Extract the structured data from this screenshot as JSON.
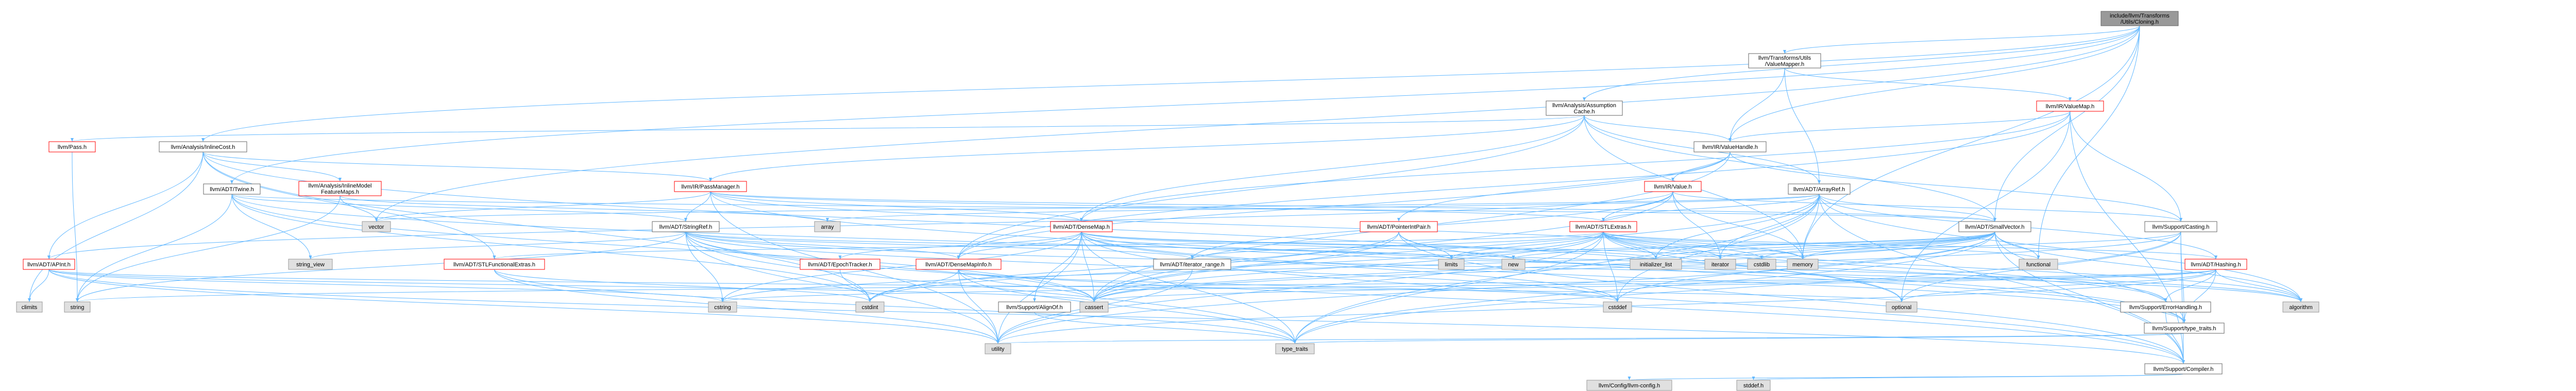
{
  "colors": {
    "edge": "#63b8ff",
    "node_fill": "#ffffff",
    "node_stroke": "#666666",
    "root_fill": "#999999",
    "ext_fill": "#e0e0e0",
    "ext_stroke": "#999999",
    "linked_text": "#000000",
    "broken_stroke": "#ff0000"
  },
  "nodes": [
    {
      "id": "root",
      "kind": "root",
      "lines": [
        "include/llvm/Transforms",
        "/Utils/Cloning.h"
      ]
    },
    {
      "id": "transVM",
      "kind": "normal",
      "lines": [
        "llvm/Transforms/Utils",
        "/ValueMapper.h"
      ]
    },
    {
      "id": "assumpCache",
      "kind": "normal",
      "lines": [
        "llvm/Analysis/Assumption",
        "Cache.h"
      ]
    },
    {
      "id": "irValueMap",
      "kind": "partial",
      "lines": [
        "llvm/IR/ValueMap.h"
      ]
    },
    {
      "id": "pass",
      "kind": "partial",
      "lines": [
        "llvm/Pass.h"
      ]
    },
    {
      "id": "inlineCost",
      "kind": "normal",
      "lines": [
        "llvm/Analysis/InlineCost.h"
      ]
    },
    {
      "id": "valueHandle",
      "kind": "normal",
      "lines": [
        "llvm/IR/ValueHandle.h"
      ]
    },
    {
      "id": "twine",
      "kind": "normal",
      "lines": [
        "llvm/ADT/Twine.h"
      ]
    },
    {
      "id": "inlineModel",
      "kind": "partial",
      "lines": [
        "llvm/Analysis/InlineModel",
        "FeatureMaps.h"
      ]
    },
    {
      "id": "passManager",
      "kind": "partial",
      "lines": [
        "llvm/IR/PassManager.h"
      ]
    },
    {
      "id": "irValue",
      "kind": "partial",
      "lines": [
        "llvm/IR/Value.h"
      ]
    },
    {
      "id": "arrayRef",
      "kind": "normal",
      "lines": [
        "llvm/ADT/ArrayRef.h"
      ]
    },
    {
      "id": "apint",
      "kind": "partial",
      "lines": [
        "llvm/ADT/APInt.h"
      ]
    },
    {
      "id": "stringRef",
      "kind": "normal",
      "lines": [
        "llvm/ADT/StringRef.h"
      ]
    },
    {
      "id": "denseMap",
      "kind": "partial",
      "lines": [
        "llvm/ADT/DenseMap.h"
      ]
    },
    {
      "id": "ptrIntPair",
      "kind": "partial",
      "lines": [
        "llvm/ADT/PointerIntPair.h"
      ]
    },
    {
      "id": "stlExtras",
      "kind": "partial",
      "lines": [
        "llvm/ADT/STLExtras.h"
      ]
    },
    {
      "id": "smallVector",
      "kind": "normal",
      "lines": [
        "llvm/ADT/SmallVector.h"
      ]
    },
    {
      "id": "casting",
      "kind": "normal",
      "lines": [
        "llvm/Support/Casting.h"
      ]
    },
    {
      "id": "stlFunc",
      "kind": "partial",
      "lines": [
        "llvm/ADT/STLFunctionalExtras.h"
      ]
    },
    {
      "id": "epochTracker",
      "kind": "partial",
      "lines": [
        "llvm/ADT/EpochTracker.h"
      ]
    },
    {
      "id": "denseMapInfo",
      "kind": "partial",
      "lines": [
        "llvm/ADT/DenseMapInfo.h"
      ]
    },
    {
      "id": "iterRange",
      "kind": "normal",
      "lines": [
        "llvm/ADT/iterator_range.h"
      ]
    },
    {
      "id": "hashing",
      "kind": "partial",
      "lines": [
        "llvm/ADT/Hashing.h"
      ]
    },
    {
      "id": "alignOf",
      "kind": "normal",
      "lines": [
        "llvm/Support/AlignOf.h"
      ]
    },
    {
      "id": "errHandling",
      "kind": "normal",
      "lines": [
        "llvm/Support/ErrorHandling.h"
      ]
    },
    {
      "id": "typeTraits",
      "kind": "normal",
      "lines": [
        "llvm/Support/type_traits.h"
      ]
    },
    {
      "id": "compiler",
      "kind": "normal",
      "lines": [
        "llvm/Support/Compiler.h"
      ]
    },
    {
      "id": "llvmConfig",
      "kind": "ext",
      "lines": [
        "llvm/Config/llvm-config.h"
      ]
    },
    {
      "id": "stddef",
      "kind": "ext",
      "lines": [
        "stddef.h"
      ]
    },
    {
      "id": "vector",
      "kind": "ext",
      "lines": [
        "vector"
      ]
    },
    {
      "id": "array",
      "kind": "ext",
      "lines": [
        "array"
      ]
    },
    {
      "id": "stringView",
      "kind": "ext",
      "lines": [
        "string_view"
      ]
    },
    {
      "id": "climits",
      "kind": "ext",
      "lines": [
        "climits"
      ]
    },
    {
      "id": "string",
      "kind": "ext",
      "lines": [
        "string"
      ]
    },
    {
      "id": "cstring",
      "kind": "ext",
      "lines": [
        "cstring"
      ]
    },
    {
      "id": "cstdint",
      "kind": "ext",
      "lines": [
        "cstdint"
      ]
    },
    {
      "id": "cassert",
      "kind": "ext",
      "lines": [
        "cassert"
      ]
    },
    {
      "id": "utility",
      "kind": "ext",
      "lines": [
        "utility"
      ]
    },
    {
      "id": "typeTraitsStd",
      "kind": "ext",
      "lines": [
        "type_traits"
      ]
    },
    {
      "id": "limits",
      "kind": "ext",
      "lines": [
        "limits"
      ]
    },
    {
      "id": "new",
      "kind": "ext",
      "lines": [
        "new"
      ]
    },
    {
      "id": "initList",
      "kind": "ext",
      "lines": [
        "initializer_list"
      ]
    },
    {
      "id": "iterator",
      "kind": "ext",
      "lines": [
        "iterator"
      ]
    },
    {
      "id": "cstdlib",
      "kind": "ext",
      "lines": [
        "cstdlib"
      ]
    },
    {
      "id": "memory",
      "kind": "ext",
      "lines": [
        "memory"
      ]
    },
    {
      "id": "functional",
      "kind": "ext",
      "lines": [
        "functional"
      ]
    },
    {
      "id": "cstddef",
      "kind": "ext",
      "lines": [
        "cstddef"
      ]
    },
    {
      "id": "optional",
      "kind": "ext",
      "lines": [
        "optional"
      ]
    },
    {
      "id": "algorithm",
      "kind": "ext",
      "lines": [
        "algorithm"
      ]
    }
  ],
  "edges": [
    [
      "root",
      "transVM"
    ],
    [
      "root",
      "assumpCache"
    ],
    [
      "root",
      "inlineCost"
    ],
    [
      "root",
      "valueHandle"
    ],
    [
      "root",
      "twine"
    ],
    [
      "root",
      "smallVector"
    ],
    [
      "root",
      "vector"
    ],
    [
      "root",
      "memory"
    ],
    [
      "root",
      "functional"
    ],
    [
      "transVM",
      "irValueMap"
    ],
    [
      "transVM",
      "arrayRef"
    ],
    [
      "transVM",
      "valueHandle"
    ],
    [
      "assumpCache",
      "arrayRef"
    ],
    [
      "assumpCache",
      "denseMap"
    ],
    [
      "assumpCache",
      "denseMapInfo"
    ],
    [
      "assumpCache",
      "smallVector"
    ],
    [
      "assumpCache",
      "passManager"
    ],
    [
      "assumpCache",
      "valueHandle"
    ],
    [
      "assumpCache",
      "pass"
    ],
    [
      "assumpCache",
      "memory"
    ],
    [
      "irValueMap",
      "denseMap"
    ],
    [
      "irValueMap",
      "denseMapInfo"
    ],
    [
      "irValueMap",
      "valueHandle"
    ],
    [
      "irValueMap",
      "casting"
    ],
    [
      "irValueMap",
      "compiler"
    ],
    [
      "irValueMap",
      "optional"
    ],
    [
      "irValueMap",
      "type_traits_dummy"
    ],
    [
      "pass",
      "string"
    ],
    [
      "inlineCost",
      "apint"
    ],
    [
      "inlineCost",
      "stlFunc"
    ],
    [
      "inlineCost",
      "inlineModel"
    ],
    [
      "inlineCost",
      "passManager"
    ],
    [
      "inlineCost",
      "climits"
    ],
    [
      "inlineCost",
      "optional"
    ],
    [
      "inlineCost",
      "cstdint"
    ],
    [
      "valueHandle",
      "denseMapInfo"
    ],
    [
      "valueHandle",
      "ptrIntPair"
    ],
    [
      "valueHandle",
      "irValue"
    ],
    [
      "valueHandle",
      "casting"
    ],
    [
      "valueHandle",
      "cassert"
    ],
    [
      "twine",
      "smallVector"
    ],
    [
      "twine",
      "stringRef"
    ],
    [
      "twine",
      "errHandling"
    ],
    [
      "twine",
      "cassert"
    ],
    [
      "twine",
      "cstdint"
    ],
    [
      "twine",
      "string"
    ],
    [
      "twine",
      "stringView"
    ],
    [
      "inlineModel",
      "array"
    ],
    [
      "inlineModel",
      "string"
    ],
    [
      "inlineModel",
      "vector"
    ],
    [
      "passManager",
      "denseMap"
    ],
    [
      "passManager",
      "stlExtras"
    ],
    [
      "passManager",
      "smallVector"
    ],
    [
      "passManager",
      "stringRef"
    ],
    [
      "passManager",
      "typeTraits"
    ],
    [
      "passManager",
      "memory"
    ],
    [
      "passManager",
      "vector"
    ],
    [
      "passManager",
      "utility"
    ],
    [
      "irValue",
      "apint"
    ],
    [
      "irValue",
      "stlExtras"
    ],
    [
      "irValue",
      "iterRange"
    ],
    [
      "irValue",
      "casting"
    ],
    [
      "irValue",
      "cassert"
    ],
    [
      "irValue",
      "iterator"
    ],
    [
      "irValue",
      "memory"
    ],
    [
      "arrayRef",
      "hashing"
    ],
    [
      "arrayRef",
      "smallVector"
    ],
    [
      "arrayRef",
      "stlExtras"
    ],
    [
      "arrayRef",
      "compiler"
    ],
    [
      "arrayRef",
      "algorithm"
    ],
    [
      "arrayRef",
      "array"
    ],
    [
      "arrayRef",
      "cassert"
    ],
    [
      "arrayRef",
      "cstddef"
    ],
    [
      "arrayRef",
      "initList"
    ],
    [
      "arrayRef",
      "iterator"
    ],
    [
      "arrayRef",
      "memory"
    ],
    [
      "arrayRef",
      "typeTraitsStd"
    ],
    [
      "arrayRef",
      "vector"
    ],
    [
      "apint",
      "compiler"
    ],
    [
      "apint",
      "climits"
    ],
    [
      "apint",
      "cstring"
    ],
    [
      "apint",
      "optional"
    ],
    [
      "apint",
      "utility"
    ],
    [
      "apint",
      "cassert"
    ],
    [
      "stringRef",
      "denseMapInfo"
    ],
    [
      "stringRef",
      "iterRange"
    ],
    [
      "stringRef",
      "compiler"
    ],
    [
      "stringRef",
      "algorithm"
    ],
    [
      "stringRef",
      "cassert"
    ],
    [
      "stringRef",
      "cstddef"
    ],
    [
      "stringRef",
      "cstring"
    ],
    [
      "stringRef",
      "limits"
    ],
    [
      "stringRef",
      "string"
    ],
    [
      "stringRef",
      "stringView"
    ],
    [
      "stringRef",
      "typeTraitsStd"
    ],
    [
      "stringRef",
      "utility"
    ],
    [
      "denseMap",
      "denseMapInfo"
    ],
    [
      "denseMap",
      "epochTracker"
    ],
    [
      "denseMap",
      "alignOf"
    ],
    [
      "denseMap",
      "compiler"
    ],
    [
      "denseMap",
      "typeTraits"
    ],
    [
      "denseMap",
      "algorithm"
    ],
    [
      "denseMap",
      "cassert"
    ],
    [
      "denseMap",
      "cstddef"
    ],
    [
      "denseMap",
      "cstring"
    ],
    [
      "denseMap",
      "initList"
    ],
    [
      "denseMap",
      "iterator"
    ],
    [
      "denseMap",
      "new"
    ],
    [
      "denseMap",
      "typeTraitsStd"
    ],
    [
      "denseMap",
      "utility"
    ],
    [
      "ptrIntPair",
      "compiler"
    ],
    [
      "ptrIntPair",
      "typeTraits"
    ],
    [
      "ptrIntPair",
      "cassert"
    ],
    [
      "ptrIntPair",
      "cstdint"
    ],
    [
      "ptrIntPair",
      "limits"
    ],
    [
      "stlExtras",
      "hashing"
    ],
    [
      "stlExtras",
      "stlFunc"
    ],
    [
      "stlExtras",
      "iterRange"
    ],
    [
      "stlExtras",
      "errHandling"
    ],
    [
      "stlExtras",
      "algorithm"
    ],
    [
      "stlExtras",
      "cassert"
    ],
    [
      "stlExtras",
      "cstddef"
    ],
    [
      "stlExtras",
      "cstdint"
    ],
    [
      "stlExtras",
      "cstdlib"
    ],
    [
      "stlExtras",
      "functional"
    ],
    [
      "stlExtras",
      "initList"
    ],
    [
      "stlExtras",
      "iterator"
    ],
    [
      "stlExtras",
      "limits"
    ],
    [
      "stlExtras",
      "memory"
    ],
    [
      "stlExtras",
      "optional"
    ],
    [
      "stlExtras",
      "typeTraitsStd"
    ],
    [
      "stlExtras",
      "utility"
    ],
    [
      "smallVector",
      "compiler"
    ],
    [
      "smallVector",
      "typeTraits"
    ],
    [
      "smallVector",
      "algorithm"
    ],
    [
      "smallVector",
      "cassert"
    ],
    [
      "smallVector",
      "cstddef"
    ],
    [
      "smallVector",
      "cstdlib"
    ],
    [
      "smallVector",
      "cstring"
    ],
    [
      "smallVector",
      "functional"
    ],
    [
      "smallVector",
      "initList"
    ],
    [
      "smallVector",
      "iterator"
    ],
    [
      "smallVector",
      "limits"
    ],
    [
      "smallVector",
      "memory"
    ],
    [
      "smallVector",
      "new"
    ],
    [
      "smallVector",
      "typeTraitsStd"
    ],
    [
      "smallVector",
      "utility"
    ],
    [
      "casting",
      "compiler"
    ],
    [
      "casting",
      "typeTraits"
    ],
    [
      "casting",
      "cassert"
    ],
    [
      "casting",
      "memory"
    ],
    [
      "casting",
      "optional"
    ],
    [
      "casting",
      "typeTraitsStd"
    ],
    [
      "stlFunc",
      "cstdint"
    ],
    [
      "stlFunc",
      "typeTraitsStd"
    ],
    [
      "stlFunc",
      "utility"
    ],
    [
      "epochTracker",
      "cstdint"
    ],
    [
      "denseMapInfo",
      "cassert"
    ],
    [
      "denseMapInfo",
      "cstddef"
    ],
    [
      "denseMapInfo",
      "cstdint"
    ],
    [
      "denseMapInfo",
      "tuple_dummy"
    ],
    [
      "denseMapInfo",
      "typeTraitsStd"
    ],
    [
      "denseMapInfo",
      "utility"
    ],
    [
      "iterRange",
      "utility"
    ],
    [
      "hashing",
      "errHandling"
    ],
    [
      "hashing",
      "typeTraits"
    ],
    [
      "hashing",
      "algorithm"
    ],
    [
      "hashing",
      "cassert"
    ],
    [
      "hashing",
      "cstring"
    ],
    [
      "hashing",
      "optional"
    ],
    [
      "hashing",
      "string"
    ],
    [
      "hashing",
      "utility"
    ],
    [
      "alignOf",
      "typeTraitsStd"
    ],
    [
      "errHandling",
      "compiler"
    ],
    [
      "typeTraits",
      "typeTraitsStd"
    ],
    [
      "typeTraits",
      "utility"
    ],
    [
      "compiler",
      "llvmConfig"
    ],
    [
      "compiler",
      "stddef"
    ]
  ]
}
